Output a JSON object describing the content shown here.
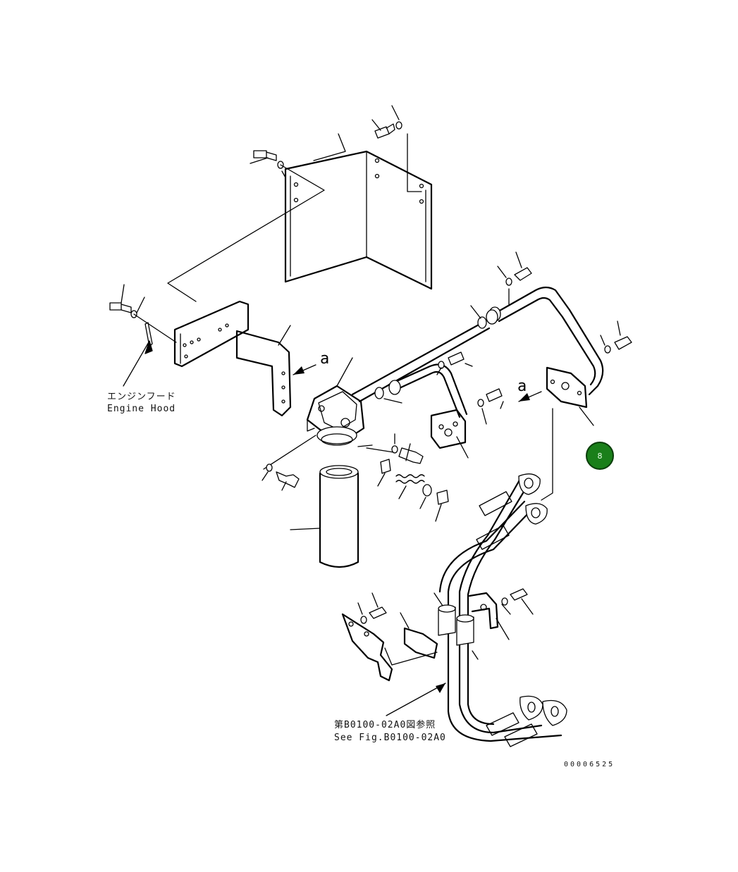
{
  "labels": {
    "engine_hood_jp": "エンジンフード",
    "engine_hood_en": "Engine Hood",
    "see_fig_jp": "第B0100-02A0図参照",
    "see_fig_en": "See Fig.B0100-02A0",
    "view_a": "a",
    "drawing_number": "00006525"
  },
  "badge": {
    "label": "8",
    "color": "#1a7f1a"
  }
}
